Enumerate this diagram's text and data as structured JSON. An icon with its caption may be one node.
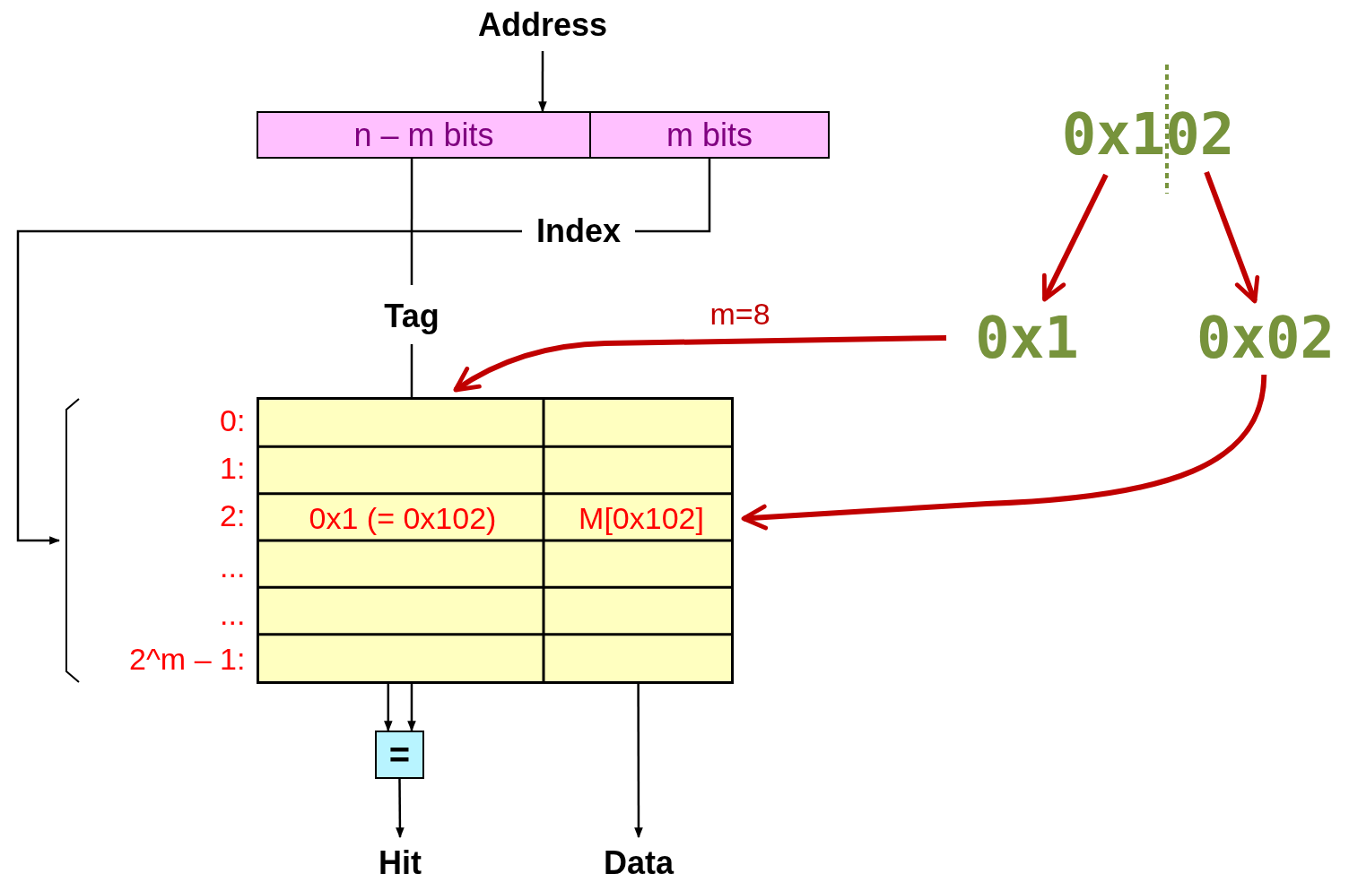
{
  "diagram": {
    "nodes": [
      {
        "text": [
          "Address"
        ]
      },
      {
        "text": [
          "n – m bits"
        ]
      },
      {
        "text": [
          "m bits"
        ]
      },
      {
        "text": [
          "Index"
        ]
      },
      {
        "text": [
          "Tag"
        ]
      },
      {
        "text": [],
        "shape": "box"
      },
      {
        "text": [
          "0x1 (= 0x102)"
        ],
        "in": 5
      },
      {
        "text": [
          "M[0x102]"
        ],
        "in": 5
      },
      {
        "text": [
          "="
        ]
      },
      {
        "text": [
          "Hit"
        ]
      },
      {
        "text": [
          "Data"
        ]
      },
      {
        "text": [
          "0x102"
        ]
      },
      {
        "text": [
          "0x1"
        ]
      },
      {
        "text": [
          "0x02"
        ]
      },
      {
        "text": [],
        "shape": "bracket"
      }
    ],
    "edges": [
      {
        "from": 0,
        "to": 1,
        "arrow": "to"
      },
      {
        "from": 1,
        "to": 4,
        "arrow": "none"
      },
      {
        "from": 2,
        "to": 3,
        "arrow": "none"
      },
      {
        "from": 3,
        "to": 14,
        "arrow": "to"
      },
      {
        "from": 4,
        "to": 8,
        "arrow": "to",
        "style": "dashed"
      },
      {
        "from": 5,
        "to": 8,
        "arrow": "to"
      },
      {
        "from": 8,
        "to": 9,
        "arrow": "to"
      },
      {
        "from": 5,
        "to": 10,
        "arrow": "to"
      },
      {
        "from": 11,
        "to": 12,
        "arrow": "to",
        "style": "thick",
        "color": "#c00000"
      },
      {
        "from": 11,
        "to": 13,
        "arrow": "to",
        "style": "thick",
        "color": "#c00000"
      },
      {
        "from": 12,
        "to": 5,
        "arrow": "to",
        "label": "m=8",
        "style": "thick",
        "color": "#c00000"
      },
      {
        "from": 13,
        "to": 7,
        "arrow": "to",
        "style": "thick",
        "color": "#c00000"
      }
    ],
    "labels": [
      "0:",
      "1:",
      "2:",
      "...",
      "...",
      "2^m – 1:"
    ]
  }
}
